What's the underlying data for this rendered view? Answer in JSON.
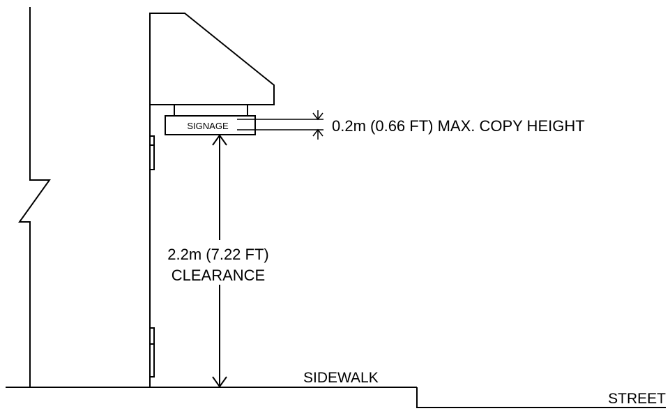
{
  "labels": {
    "signage": "SIGNAGE",
    "copy_height": "0.2m (0.66 FT) MAX. COPY HEIGHT",
    "clearance_line1": "2.2m (7.22 FT)",
    "clearance_line2": "CLEARANCE",
    "sidewalk": "SIDEWALK",
    "street": "STREET"
  }
}
